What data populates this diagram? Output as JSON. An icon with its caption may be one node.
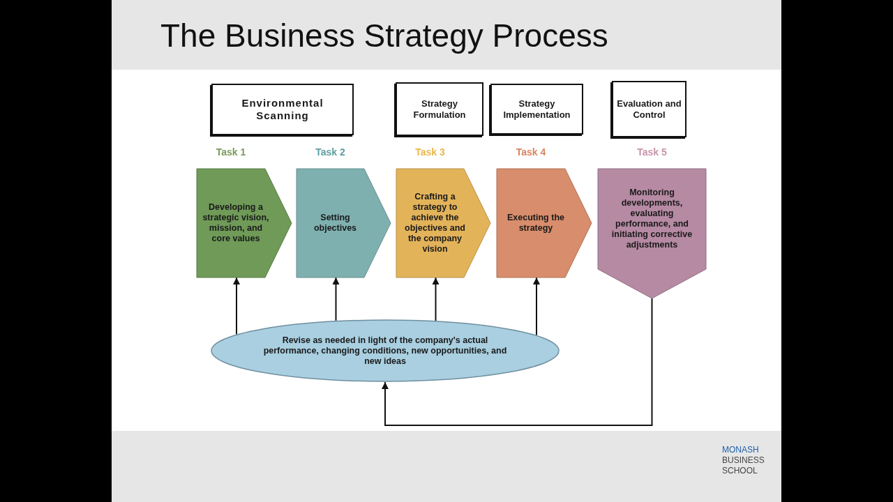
{
  "diagram": {
    "title": "The Business Strategy Process",
    "nodes": [
      {
        "text": [
          "Environmental Scanning"
        ]
      },
      {
        "text": [
          "Strategy Formulation"
        ]
      },
      {
        "text": [
          "Strategy Implementation"
        ]
      },
      {
        "text": [
          "Evaluation and Control"
        ]
      },
      {
        "text": [
          "Developing a strategic vision, mission, and core values"
        ],
        "beside": [
          "Task 1"
        ]
      },
      {
        "text": [
          "Setting objectives"
        ],
        "beside": [
          "Task 2"
        ]
      },
      {
        "text": [
          "Crafting a strategy to achieve the objectives and the company vision"
        ],
        "beside": [
          "Task 3"
        ]
      },
      {
        "text": [
          "Executing the strategy"
        ],
        "beside": [
          "Task 4"
        ]
      },
      {
        "text": [
          "Monitoring developments, evaluating performance, and initiating corrective adjustments"
        ],
        "beside": [
          "Task 5"
        ]
      },
      {
        "text": [
          "Revise as needed in light of the company's actual performance, changing conditions, new opportunities, and new ideas"
        ]
      }
    ],
    "edges": [
      {
        "from": 9,
        "to": 4,
        "arrow": "to"
      },
      {
        "from": 9,
        "to": 5,
        "arrow": "to"
      },
      {
        "from": 9,
        "to": 6,
        "arrow": "to"
      },
      {
        "from": 9,
        "to": 7,
        "arrow": "to"
      },
      {
        "from": 8,
        "to": 9,
        "arrow": "to"
      }
    ],
    "labels": [
      "MONASH",
      "BUSINESS SCHOOL"
    ]
  }
}
